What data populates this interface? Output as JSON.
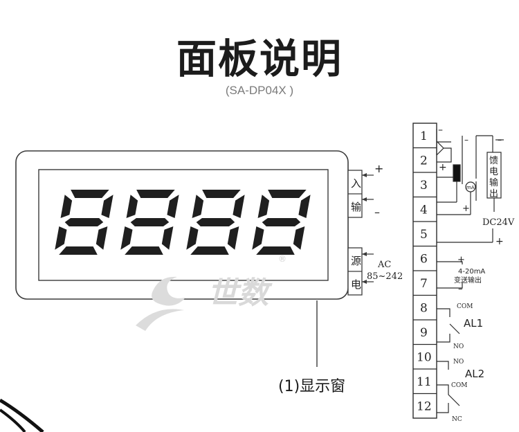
{
  "title": "面板说明",
  "subtitle": "(SA-DP04X )",
  "display": {
    "digits": "8888"
  },
  "watermark": {
    "text": "世数",
    "mark": "®"
  },
  "caption": "(1)显示窗",
  "input_port": {
    "label_top": "入",
    "label_bottom": "输",
    "plus": "+",
    "minus": "–"
  },
  "power_port": {
    "label_top": "源",
    "label_bottom": "电",
    "ac": "AC",
    "range": "85~242"
  },
  "terminals": [
    "1",
    "2",
    "3",
    "4",
    "5",
    "6",
    "7",
    "8",
    "9",
    "10",
    "11",
    "12"
  ],
  "wiring": {
    "feedback_label": [
      "馈",
      "电",
      "输",
      "出"
    ],
    "dc_label": "DC24V",
    "ma_label": "mA",
    "current_output_label": "4-20mA",
    "current_output_sub": "变送输出",
    "plus": "+",
    "minus": "–",
    "com": "COM",
    "no": "NO",
    "nc": "NC",
    "al1": "AL1",
    "al2": "AL2"
  },
  "colors": {
    "digit": "#1f1f1f",
    "frame": "#3a3a3a",
    "watermark": "#d7d7d7"
  }
}
